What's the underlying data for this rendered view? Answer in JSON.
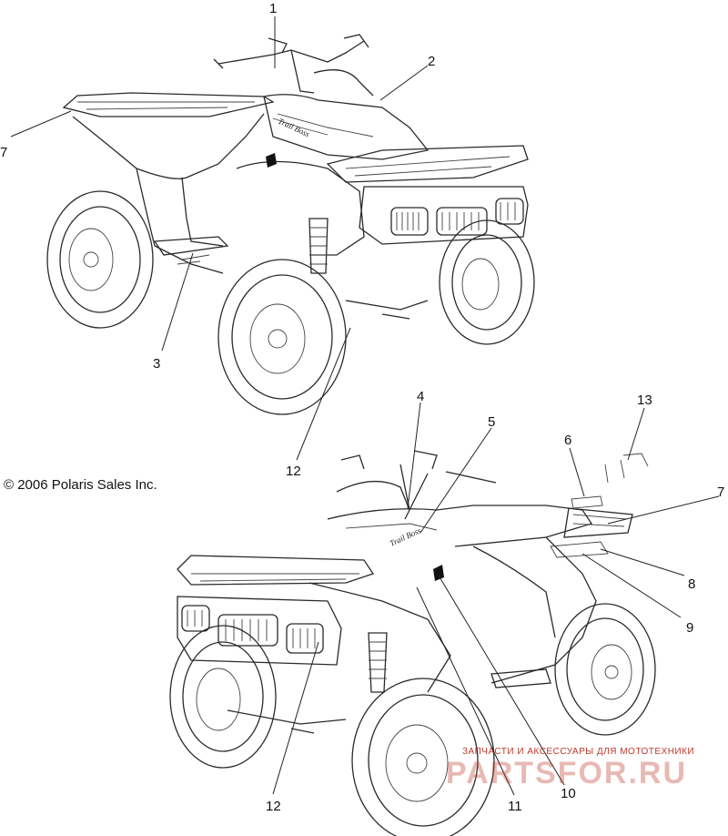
{
  "copyright": "© 2006 Polaris Sales Inc.",
  "watermark": {
    "tagline": "ЗАПЧАСТИ И АКСЕССУАРЫ ДЛЯ МОТОТЕХНИКИ",
    "brand": "PARTSFOR.RU",
    "color": "#c0392b"
  },
  "callouts": {
    "c1": "1",
    "c2": "2",
    "c3": "3",
    "c7a": "7",
    "c12a": "12",
    "c4": "4",
    "c5": "5",
    "c6": "6",
    "c13": "13",
    "c7b": "7",
    "c8": "8",
    "c9": "9",
    "c10": "10",
    "c11": "11",
    "c12b": "12"
  }
}
